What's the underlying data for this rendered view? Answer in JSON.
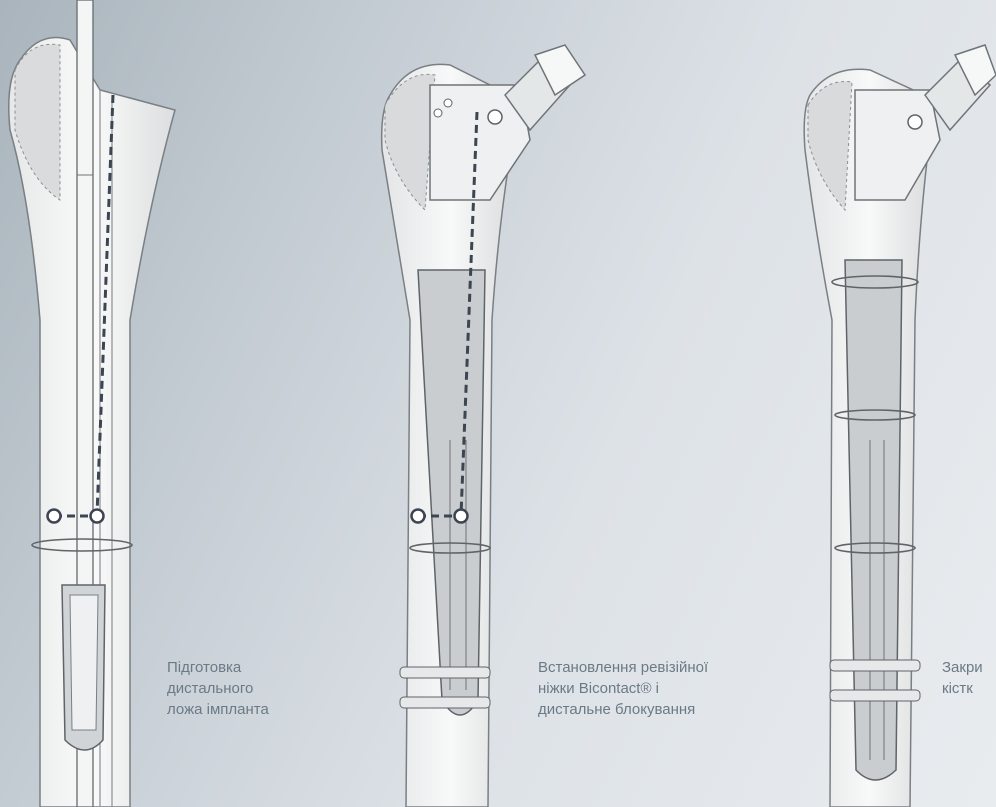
{
  "captions": [
    {
      "text": "Підготовка дистального\nложа імпланта"
    },
    {
      "text": "Встановлення ревізійної\nніжки Bicontact® і\nдистальне блокування"
    },
    {
      "text": "Закри\nкістк"
    }
  ]
}
